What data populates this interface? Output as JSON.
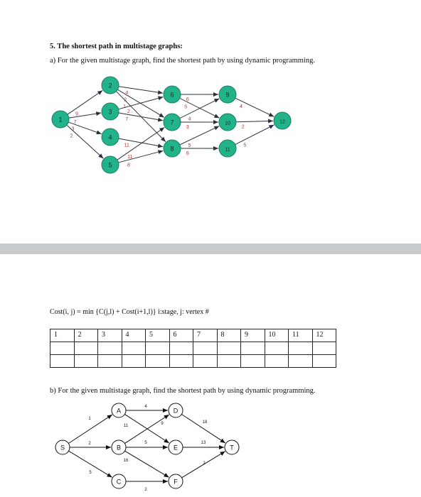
{
  "title": "5. The shortest path in multistage graphs:",
  "part_a": "a) For the given multistage graph, find the shortest path by using dynamic programming.",
  "formula": "Cost(i, j) = min {C(j,l) + Cost(i+1,l)} i:stage, j: vertex #",
  "part_b": "b) For the given multistage graph, find the shortest path by using dynamic programming.",
  "colors": {
    "node_fill": "#22b38a",
    "node_stroke": "#1a7f63",
    "edge": "#2a2f3a",
    "weight": "#b5342f",
    "divider": "#c8cacc"
  },
  "graph_a": {
    "nodes": [
      {
        "id": "1",
        "label": "1"
      },
      {
        "id": "2",
        "label": "2"
      },
      {
        "id": "3",
        "label": "3"
      },
      {
        "id": "4",
        "label": "4"
      },
      {
        "id": "5",
        "label": "5"
      },
      {
        "id": "6",
        "label": "6"
      },
      {
        "id": "7",
        "label": "7"
      },
      {
        "id": "8",
        "label": "8"
      },
      {
        "id": "9",
        "label": "9"
      },
      {
        "id": "10",
        "label": "10"
      },
      {
        "id": "11",
        "label": "11"
      },
      {
        "id": "12",
        "label": "12"
      }
    ],
    "edges": [
      {
        "from": "1",
        "to": "2",
        "w": "9"
      },
      {
        "from": "1",
        "to": "3",
        "w": "7"
      },
      {
        "from": "1",
        "to": "4",
        "w": "3"
      },
      {
        "from": "1",
        "to": "5",
        "w": "2"
      },
      {
        "from": "2",
        "to": "6",
        "w": "4"
      },
      {
        "from": "2",
        "to": "7",
        "w": "2"
      },
      {
        "from": "2",
        "to": "8",
        "w": "1"
      },
      {
        "from": "3",
        "to": "6",
        "w": "2"
      },
      {
        "from": "3",
        "to": "7",
        "w": "7"
      },
      {
        "from": "4",
        "to": "8",
        "w": "11"
      },
      {
        "from": "5",
        "to": "7",
        "w": "11"
      },
      {
        "from": "5",
        "to": "8",
        "w": "8"
      },
      {
        "from": "6",
        "to": "9",
        "w": "6"
      },
      {
        "from": "6",
        "to": "10",
        "w": "5"
      },
      {
        "from": "7",
        "to": "9",
        "w": "4"
      },
      {
        "from": "7",
        "to": "10",
        "w": "3"
      },
      {
        "from": "8",
        "to": "10",
        "w": "5"
      },
      {
        "from": "8",
        "to": "11",
        "w": "6"
      },
      {
        "from": "9",
        "to": "12",
        "w": "4"
      },
      {
        "from": "10",
        "to": "12",
        "w": "2"
      },
      {
        "from": "11",
        "to": "12",
        "w": "5"
      }
    ]
  },
  "table": {
    "header": [
      "1",
      "2",
      "3",
      "4",
      "5",
      "6",
      "7",
      "8",
      "9",
      "10",
      "11",
      "12"
    ],
    "rows": [
      [
        "",
        "",
        "",
        "",
        "",
        "",
        "",
        "",
        "",
        "",
        "",
        ""
      ],
      [
        "",
        "",
        "",
        "",
        "",
        "",
        "",
        "",
        "",
        "",
        "",
        ""
      ]
    ]
  },
  "graph_b": {
    "nodes": [
      {
        "id": "S",
        "label": "S"
      },
      {
        "id": "A",
        "label": "A"
      },
      {
        "id": "B",
        "label": "B"
      },
      {
        "id": "C",
        "label": "C"
      },
      {
        "id": "D",
        "label": "D"
      },
      {
        "id": "E",
        "label": "E"
      },
      {
        "id": "F",
        "label": "F"
      },
      {
        "id": "T",
        "label": "T"
      }
    ],
    "edges": [
      {
        "from": "S",
        "to": "A",
        "w": "1"
      },
      {
        "from": "S",
        "to": "B",
        "w": "2"
      },
      {
        "from": "S",
        "to": "C",
        "w": "5"
      },
      {
        "from": "A",
        "to": "D",
        "w": "4"
      },
      {
        "from": "A",
        "to": "E",
        "w": "11"
      },
      {
        "from": "B",
        "to": "D",
        "w": "9"
      },
      {
        "from": "B",
        "to": "E",
        "w": "5"
      },
      {
        "from": "B",
        "to": "F",
        "w": "16"
      },
      {
        "from": "C",
        "to": "F",
        "w": "2"
      },
      {
        "from": "D",
        "to": "T",
        "w": "18"
      },
      {
        "from": "E",
        "to": "T",
        "w": "13"
      },
      {
        "from": "F",
        "to": "T",
        "w": "2"
      }
    ]
  }
}
